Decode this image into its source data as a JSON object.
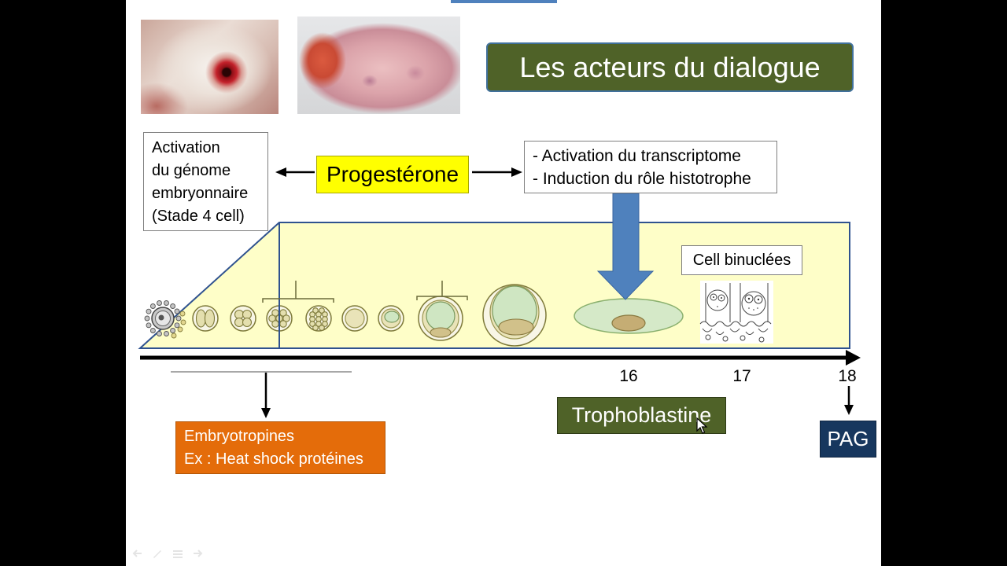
{
  "slide": {
    "title": "Les acteurs du dialogue",
    "activation_box": {
      "lines": [
        "Activation",
        "du génome",
        "embryonnaire",
        "(Stade 4 cell)"
      ]
    },
    "progesterone": "Progestérone",
    "transcriptome_box": {
      "lines": [
        "- Activation du transcriptome",
        "- Induction du rôle histotrophe"
      ]
    },
    "cell_binucleees": "Cell binuclées",
    "timeline_days": [
      "16",
      "17",
      "18"
    ],
    "embryotropines_box": {
      "lines": [
        "Embryotropines",
        "Ex : Heat shock protéines"
      ]
    },
    "trophoblastine": "Trophoblastine",
    "pag": "PAG"
  },
  "player_controls": {
    "icons": [
      "previous-slide-icon",
      "pen-tool-icon",
      "slides-menu-icon",
      "next-slide-icon"
    ]
  },
  "colors": {
    "title_fill": "#4f6228",
    "title_border": "#41719c",
    "progesterone_fill": "#ffff00",
    "trapezoid_fill": "#fefec8",
    "trapezoid_stroke": "#2f528f",
    "blue_arrow": "#4f81bd",
    "embryotropines_fill": "#e46c0a",
    "trophoblastine_fill": "#4f6228",
    "pag_fill": "#17375e"
  }
}
